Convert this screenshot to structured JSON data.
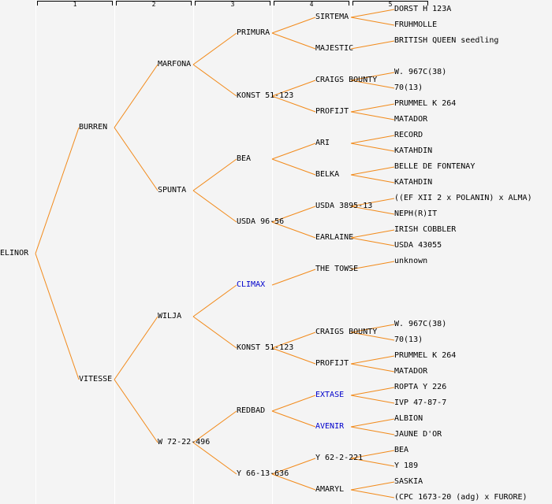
{
  "columns": [
    "1",
    "2",
    "3",
    "4",
    "5"
  ],
  "colors": {
    "line": "#f28a1a",
    "link_text": "#0000cc",
    "text": "#000000",
    "background": "#f4f4f4"
  },
  "tree": {
    "name": "ELINOR",
    "children": [
      {
        "name": "BURREN",
        "children": [
          {
            "name": "MARFONA",
            "children": [
              {
                "name": "PRIMURA",
                "children": [
                  {
                    "name": "SIRTEMA",
                    "children": [
                      {
                        "name": "DORST H 123A"
                      },
                      {
                        "name": "FRUHMOLLE"
                      }
                    ]
                  },
                  {
                    "name": "MAJESTIC",
                    "children": [
                      {
                        "name": "BRITISH QUEEN seedling"
                      }
                    ]
                  }
                ]
              },
              {
                "name": "KONST 51-123",
                "children": [
                  {
                    "name": "CRAIGS BOUNTY",
                    "children": [
                      {
                        "name": "W. 967C(38)"
                      },
                      {
                        "name": "70(13)"
                      }
                    ]
                  },
                  {
                    "name": "PROFIJT",
                    "children": [
                      {
                        "name": "PRUMMEL K 264"
                      },
                      {
                        "name": "MATADOR"
                      }
                    ]
                  }
                ]
              }
            ]
          },
          {
            "name": "SPUNTA",
            "children": [
              {
                "name": "BEA",
                "children": [
                  {
                    "name": "ARI",
                    "children": [
                      {
                        "name": "RECORD"
                      },
                      {
                        "name": "KATAHDIN"
                      }
                    ]
                  },
                  {
                    "name": "BELKA",
                    "children": [
                      {
                        "name": "BELLE DE FONTENAY"
                      },
                      {
                        "name": "KATAHDIN"
                      }
                    ]
                  }
                ]
              },
              {
                "name": "USDA 96-56",
                "children": [
                  {
                    "name": "USDA 3895-13",
                    "children": [
                      {
                        "name": "((EF XII 2 x POLANIN) x ALMA)"
                      },
                      {
                        "name": "NEPH(R)IT"
                      }
                    ]
                  },
                  {
                    "name": "EARLAINE",
                    "children": [
                      {
                        "name": "IRISH COBBLER"
                      },
                      {
                        "name": "USDA 43055"
                      }
                    ]
                  }
                ]
              }
            ]
          }
        ]
      },
      {
        "name": "VITESSE",
        "children": [
          {
            "name": "WILJA",
            "children": [
              {
                "name": "CLIMAX",
                "linked": true,
                "children": [
                  {
                    "name": "THE TOWSE",
                    "children": [
                      {
                        "name": "unknown"
                      }
                    ]
                  }
                ]
              },
              {
                "name": "KONST 51-123",
                "children": [
                  {
                    "name": "CRAIGS BOUNTY",
                    "children": [
                      {
                        "name": "W. 967C(38)"
                      },
                      {
                        "name": "70(13)"
                      }
                    ]
                  },
                  {
                    "name": "PROFIJT",
                    "children": [
                      {
                        "name": "PRUMMEL K 264"
                      },
                      {
                        "name": "MATADOR"
                      }
                    ]
                  }
                ]
              }
            ]
          },
          {
            "name": "W 72-22-496",
            "children": [
              {
                "name": "REDBAD",
                "children": [
                  {
                    "name": "EXTASE",
                    "linked": true,
                    "children": [
                      {
                        "name": "ROPTA Y 226"
                      },
                      {
                        "name": "IVP 47-87-7"
                      }
                    ]
                  },
                  {
                    "name": "AVENIR",
                    "linked": true,
                    "children": [
                      {
                        "name": "ALBION"
                      },
                      {
                        "name": "JAUNE D'OR"
                      }
                    ]
                  }
                ]
              },
              {
                "name": "Y 66-13-636",
                "children": [
                  {
                    "name": "Y 62-2-221",
                    "children": [
                      {
                        "name": "BEA"
                      },
                      {
                        "name": "Y 189"
                      }
                    ]
                  },
                  {
                    "name": "AMARYL",
                    "children": [
                      {
                        "name": "SASKIA"
                      },
                      {
                        "name": "(CPC 1673-20 (adg) x FURORE)"
                      }
                    ]
                  }
                ]
              }
            ]
          }
        ]
      }
    ]
  }
}
